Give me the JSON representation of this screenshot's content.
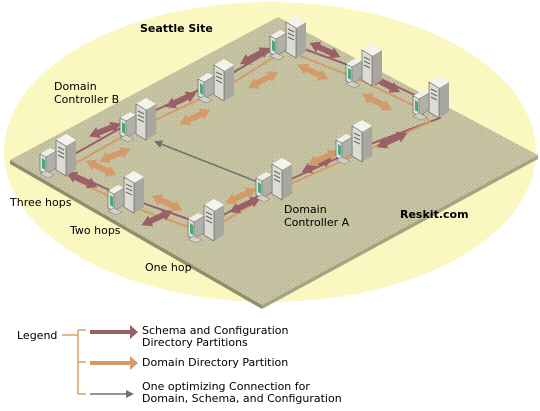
{
  "diagram": {
    "site_label": "Seattle Site",
    "domain_label": "Reskit.com",
    "dc_b_label_line1": "Domain",
    "dc_b_label_line2": "Controller B",
    "dc_a_label_line1": "Domain",
    "dc_a_label_line2": "Controller A",
    "hops": {
      "three": "Three hops",
      "two": "Two hops",
      "one": "One hop"
    }
  },
  "legend": {
    "title": "Legend",
    "items": [
      {
        "line1": "Schema and Configuration",
        "line2": "Directory Partitions",
        "color": "#9a6068"
      },
      {
        "line1": "Domain Directory Partition",
        "line2": "",
        "color": "#d49a6a"
      },
      {
        "line1": "One optimizing Connection for",
        "line2": "Domain, Schema, and Configuration",
        "color": "#707070"
      }
    ]
  },
  "colors": {
    "ellipse": "#fbf7c0",
    "plane": "#c6c4a2",
    "plane_dots": "#a9a784",
    "schema_arrow": "#9a6068",
    "domain_arrow": "#d49a6a",
    "optimizing_arrow": "#707070",
    "bracket": "#d8a060",
    "server_body": "#e8e8e0",
    "server_screen": "#4aa87a"
  },
  "icons": [
    "server-icon",
    "double-arrow-icon"
  ]
}
